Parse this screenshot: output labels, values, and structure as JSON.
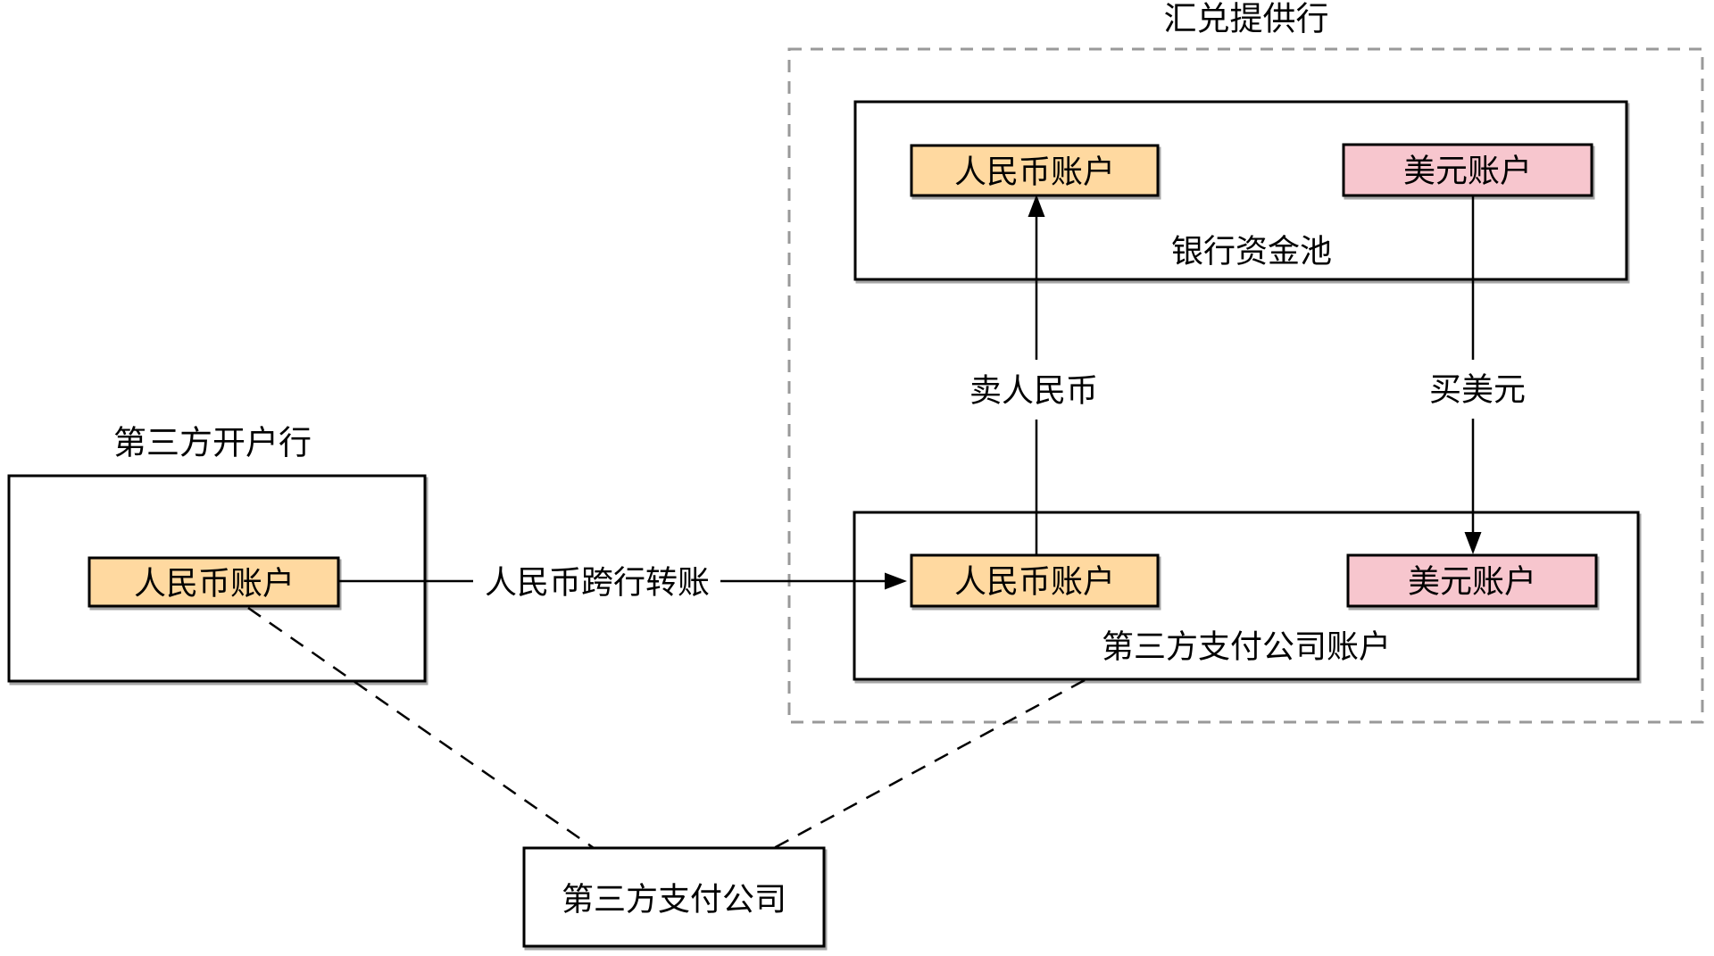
{
  "colors": {
    "rmb_account_fill": "#FFD9A0",
    "usd_account_fill": "#F7C6CE",
    "box_stroke": "#000000",
    "group_dash_stroke": "#999999",
    "background": "#FFFFFF"
  },
  "exchange_provider_bank": {
    "title": "汇兑提供行",
    "bank_pool": {
      "label": "银行资金池",
      "rmb_account": "人民币账户",
      "usd_account": "美元账户"
    },
    "payment_company_accounts": {
      "label": "第三方支付公司账户",
      "rmb_account": "人民币账户",
      "usd_account": "美元账户"
    }
  },
  "third_party_bank": {
    "title": "第三方开户行",
    "rmb_account": "人民币账户"
  },
  "payment_company": {
    "label": "第三方支付公司"
  },
  "flows": {
    "sell_rmb": "卖人民币",
    "buy_usd": "买美元",
    "interbank_transfer": "人民币跨行转账"
  }
}
